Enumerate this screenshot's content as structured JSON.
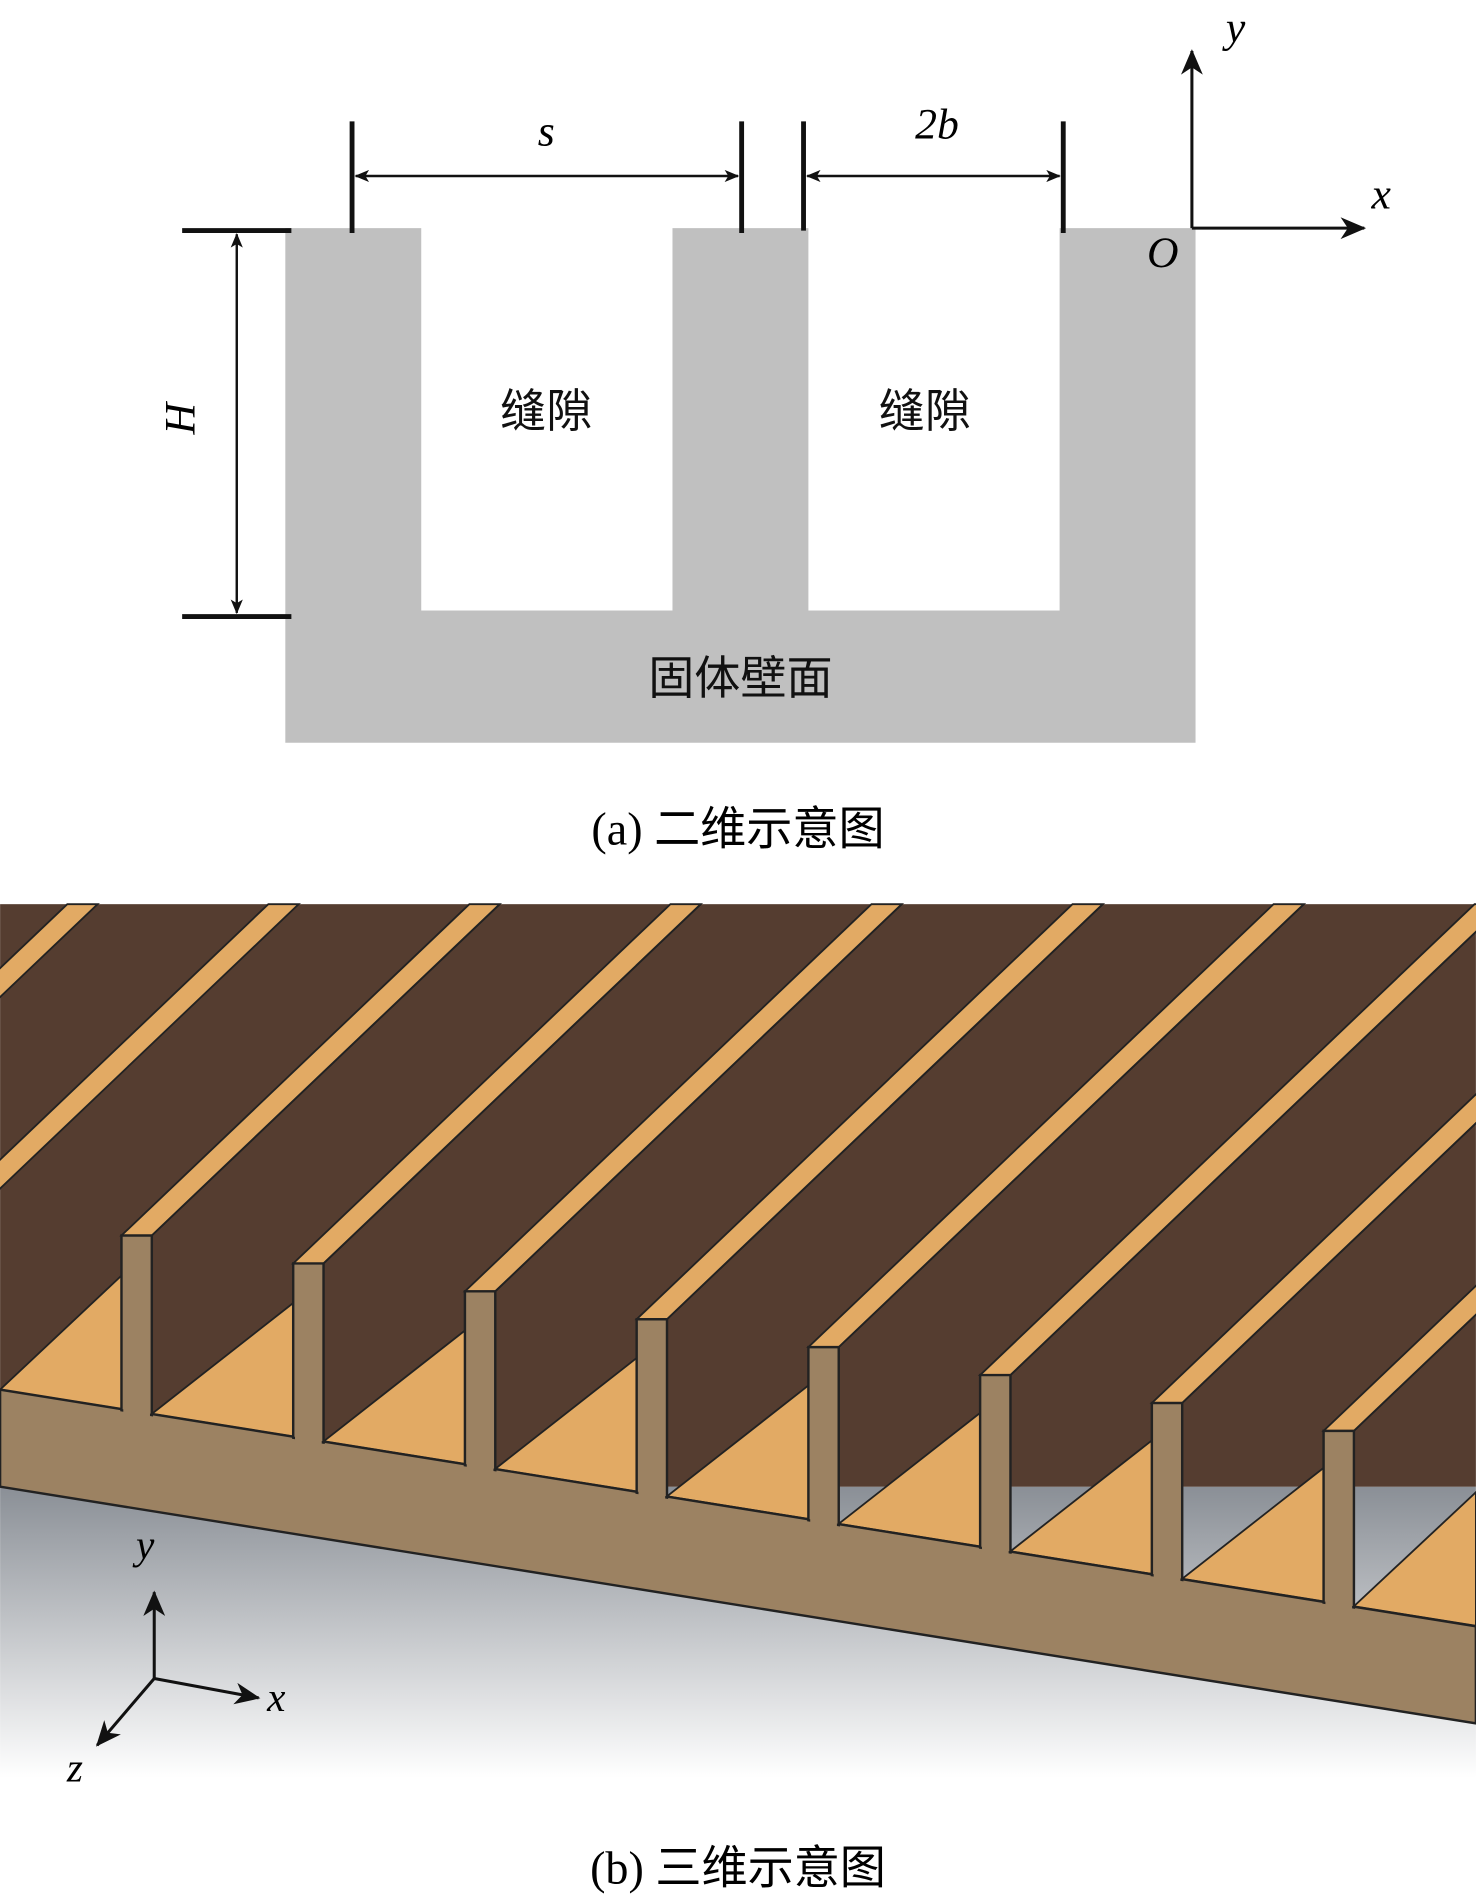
{
  "panel_a": {
    "slot_label_1": "缝隙",
    "slot_label_2": "缝隙",
    "wall_label": "固体壁面",
    "dim_s": "s",
    "dim_2b": "2b",
    "dim_H": "H",
    "axis_x": "x",
    "axis_y": "y",
    "origin": "O",
    "caption": "(a) 二维示意图"
  },
  "panel_b": {
    "axis_x": "x",
    "axis_y": "y",
    "axis_z": "z",
    "caption": "(b) 三维示意图",
    "fin_count": 8
  },
  "colors": {
    "solid_gray": "#c0c0c0",
    "fin_dark": "#553d30",
    "fin_light": "#e2aa64",
    "base": "#9c8262"
  }
}
